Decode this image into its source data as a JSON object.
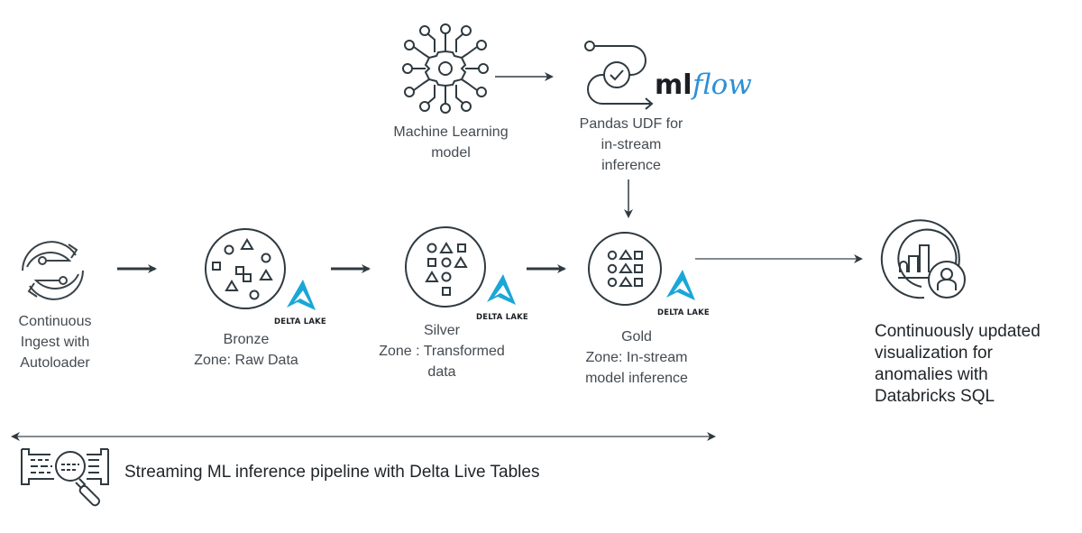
{
  "diagram": {
    "nodes": {
      "autoloader": {
        "icon": "autoloader-sync-icon",
        "label": [
          "Continuous",
          "Ingest with",
          "Autoloader"
        ]
      },
      "bronze": {
        "icon": "bronze-zone-icon",
        "label": [
          "Bronze",
          "Zone: Raw Data"
        ]
      },
      "silver": {
        "icon": "silver-zone-icon",
        "label": [
          "Silver",
          "Zone : Transformed",
          "data"
        ]
      },
      "gold": {
        "icon": "gold-zone-icon",
        "label": [
          "Gold",
          "Zone: In-stream",
          "model inference"
        ]
      },
      "ml_model": {
        "icon": "machine-learning-icon",
        "label": [
          "Machine Learning",
          "model"
        ]
      },
      "mlflow": {
        "icon": "mlflow-icon",
        "logo_ml": "ml",
        "logo_flow": "flow",
        "label": [
          "Pandas UDF for",
          "in-stream",
          "inference"
        ]
      },
      "visualization": {
        "icon": "dashboard-user-icon",
        "label": [
          "Continuously updated",
          "visualization for",
          "anomalies with",
          "Databricks SQL"
        ]
      }
    },
    "delta_lake_badge": "DELTA LAKE",
    "pipeline": {
      "icon": "pipeline-search-icon",
      "label": "Streaming ML inference pipeline with Delta Live Tables"
    },
    "colors": {
      "stroke": "#2f3a40",
      "delta_blue": "#1aa7d8",
      "mlflow_blue": "#2d8fd5",
      "text": "#444a50"
    }
  }
}
